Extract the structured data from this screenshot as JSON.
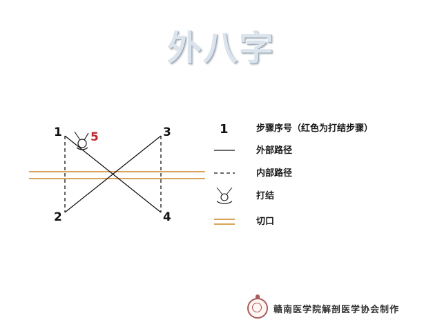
{
  "title": "外八字",
  "diagram": {
    "corner_labels": [
      "1",
      "3",
      "2",
      "4"
    ],
    "knot_step_label": "5",
    "colors": {
      "line": "#111111",
      "incision": "#d9a35a",
      "step_knot": "#c0262b"
    }
  },
  "legend": {
    "step_number_sample": "1",
    "step_number_desc": "步骤序号（红色为打结步骤）",
    "outer_path_desc": "外部路径",
    "inner_path_desc": "内部路径",
    "knot_desc": "打结",
    "incision_desc": "切口"
  },
  "footer": {
    "credit": "赣南医学院解剖医学协会制作",
    "seal_icon": "association-seal-icon"
  }
}
